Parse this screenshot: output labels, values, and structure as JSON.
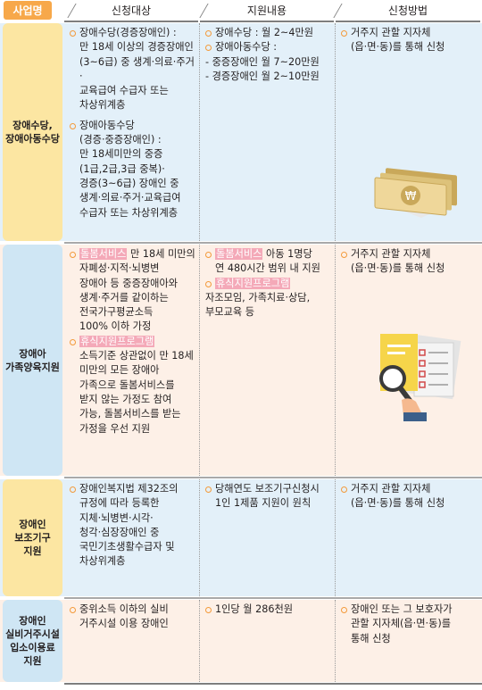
{
  "header": {
    "col0": "사업명",
    "col1": "신청대상",
    "col2": "지원내용",
    "col3": "신청방법"
  },
  "colors": {
    "header_label": "#f7a84a",
    "row_blue": "#e3f0f9",
    "row_peach": "#fdf0e7",
    "label_yellow": "#fce6a2",
    "label_blue": "#cfe6f4",
    "bullet": "#f39a3a",
    "tag_pink": "#f4a9b8"
  },
  "rows": [
    {
      "label": [
        "장애수당,",
        "장애아동수당"
      ],
      "target": [
        {
          "lines": [
            "장애수당(경증장애인) :",
            "만 18세 이상의 경증장애인",
            "(3~6급) 중 생계·의료·주거·",
            "교육급여 수급자 또는",
            "차상위계층"
          ]
        },
        {
          "lines": [
            "장애아동수당",
            "(경증·중증장애인) :",
            "만 18세미만의 중증",
            "(1급,2급,3급 중복)·",
            "경증(3~6급) 장애인 중",
            "생계·의료·주거·교육급여",
            "수급자 또는 차상위계층"
          ]
        }
      ],
      "support": [
        {
          "lines": [
            "장애수당 : 월 2~4만원"
          ]
        },
        {
          "lines": [
            "장애아동수당 :",
            "- 중증장애인 월 7~20만원",
            "- 경증장애인 월 2~10만원"
          ]
        }
      ],
      "method": [
        {
          "lines": [
            "거주지 관할 지자체",
            "(읍·면·동)를 통해 신청"
          ]
        }
      ],
      "illustration": "money-bills-icon"
    },
    {
      "label": [
        "장애아",
        "가족양육지원"
      ],
      "target": [
        {
          "tag": "돌봄서비스",
          "lines": [
            " 만 18세 미만의",
            "자폐성·지적·뇌병변",
            "장애아 등 중증장애아와",
            "생계·주거를 같이하는",
            "전국가구평균소득",
            "100% 이하 가정"
          ]
        },
        {
          "tag": "휴식지원프로그램",
          "lines": [
            "",
            "소득기준 상관없이 만 18세",
            "미만의 모든 장애아",
            "가족으로 돌봄서비스를",
            "받지 않는 가정도 참여",
            "가능, 돌봄서비스를 받는",
            "가정을 우선 지원"
          ]
        }
      ],
      "support": [
        {
          "tag": "돌봄서비스",
          "lines": [
            " 아동 1명당",
            "연 480시간 범위 내 지원"
          ]
        },
        {
          "tag": "휴식지원프로그램",
          "lines": [
            "",
            "자조모임, 가족치료·상담,",
            "부모교육 등"
          ]
        }
      ],
      "method": [
        {
          "lines": [
            "거주지 관할 지자체",
            "(읍·면·동)를 통해 신청"
          ]
        }
      ],
      "illustration": "checklist-magnifier-icon"
    },
    {
      "label": [
        "장애인",
        "보조기구",
        "지원"
      ],
      "target": [
        {
          "lines": [
            "장애인복지법 제32조의",
            "규정에 따라 등록한",
            "지체·뇌병변·시각·",
            "청각·심장장애인 중",
            "국민기초생활수급자 및",
            "차상위계층"
          ]
        }
      ],
      "support": [
        {
          "lines": [
            "당해연도 보조기구신청시",
            "1인 1제품 지원이 원칙"
          ]
        }
      ],
      "method": [
        {
          "lines": [
            "거주지 관할 지자체",
            "(읍·면·동)를 통해 신청"
          ]
        }
      ]
    },
    {
      "label": [
        "장애인",
        "실비거주시설",
        "입소이용료",
        "지원"
      ],
      "target": [
        {
          "lines": [
            "중위소득 이하의 실비",
            "거주시설 이용 장애인"
          ]
        }
      ],
      "support": [
        {
          "lines": [
            "1인당 월 286천원"
          ]
        }
      ],
      "method": [
        {
          "lines": [
            "장애인 또는 그 보호자가",
            "관할 지자체(읍·면·동)를",
            "통해 신청"
          ]
        }
      ]
    }
  ]
}
